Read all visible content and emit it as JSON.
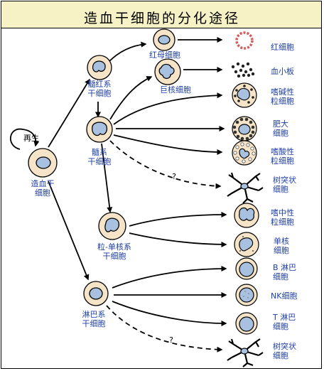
{
  "title": "造血干细胞的分化途径",
  "labels": {
    "hsc": "造血干\n细胞",
    "regen": "再生",
    "myeloid_progenitor": "髓系\n干细胞",
    "erythroid_progenitor": "髓红系\n干细胞",
    "granulo_mono_progenitor": "粒-单核系\n干细胞",
    "lymphoid_progenitor": "淋巴系\n干细胞",
    "erythroblast": "红母细胞",
    "megakaryocyte": "巨核细胞",
    "unknown_mark_1": "?",
    "unknown_mark_2": "?"
  },
  "outputs": {
    "red_cell": "红细胞",
    "platelet": "血小板",
    "basophil": "嗜碱性\n粒细胞",
    "mast_cell": "肥大\n细胞",
    "eosinophil": "嗜酸性\n粒细胞",
    "dendritic_1": "树突状\n细胞",
    "neutrophil": "嗜中性\n粒细胞",
    "monocyte": "单核\n细胞",
    "b_cell": "B 淋巴\n细胞",
    "nk_cell": "NK细胞",
    "t_cell": "T 淋巴\n细胞",
    "dendritic_2": "树突状\n细胞"
  },
  "colors": {
    "cell_fill": "#f6e4c8",
    "nucleus_fill": "#a9c1e1",
    "label_blue": "#1f3fa6",
    "title_bg": "#f7f1c6",
    "red_cell": "#e27b7b"
  }
}
